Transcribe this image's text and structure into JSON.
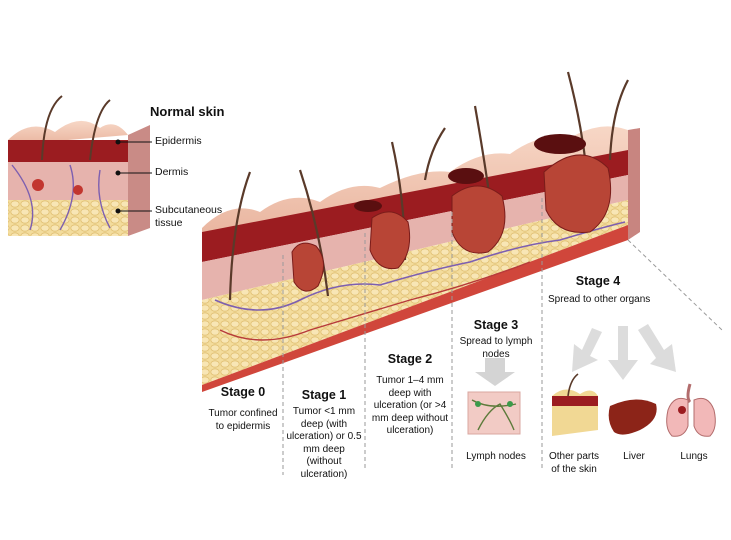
{
  "normal_skin": {
    "title": "Normal skin",
    "layers": [
      "Epidermis",
      "Dermis",
      "Subcutaneous tissue"
    ]
  },
  "stages": [
    {
      "label": "Stage 0",
      "desc": "Tumor confined to epidermis"
    },
    {
      "label": "Stage 1",
      "desc": "Tumor <1 mm deep (with ulceration) or 0.5 mm deep (without ulceration)"
    },
    {
      "label": "Stage 2",
      "desc": "Tumor 1–4 mm deep with ulceration (or >4 mm deep without ulceration)"
    },
    {
      "label": "Stage 3",
      "desc": "Spread to lymph nodes",
      "sub": "Lymph nodes"
    },
    {
      "label": "Stage 4",
      "desc": "Spread to other organs",
      "organs": [
        "Other parts of the skin",
        "Liver",
        "Lungs"
      ]
    }
  ],
  "colors": {
    "epidermis": "#f3c9b4",
    "dermis_red": "#9b1c20",
    "dermis": "#e8b3ad",
    "fat": "#f1d894",
    "tumor": "#b84536",
    "arrow": "#d4d4d4"
  }
}
